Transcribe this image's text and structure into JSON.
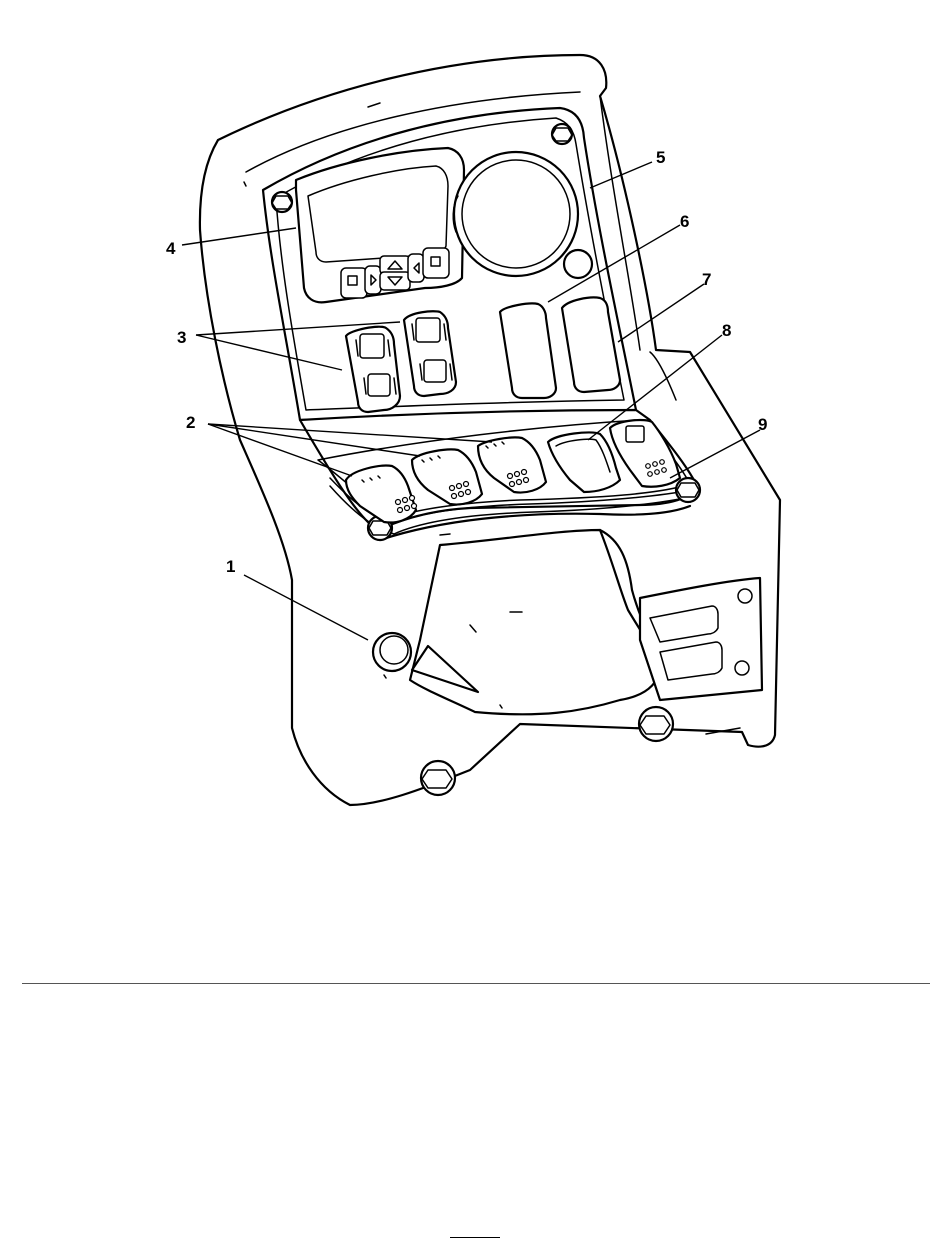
{
  "figure": {
    "callouts": [
      {
        "id": "1",
        "label": "1"
      },
      {
        "id": "2",
        "label": "2"
      },
      {
        "id": "3",
        "label": "3"
      },
      {
        "id": "4",
        "label": "4"
      },
      {
        "id": "5",
        "label": "5"
      },
      {
        "id": "6",
        "label": "6"
      },
      {
        "id": "7",
        "label": "7"
      },
      {
        "id": "8",
        "label": "8"
      },
      {
        "id": "9",
        "label": "9"
      }
    ]
  }
}
